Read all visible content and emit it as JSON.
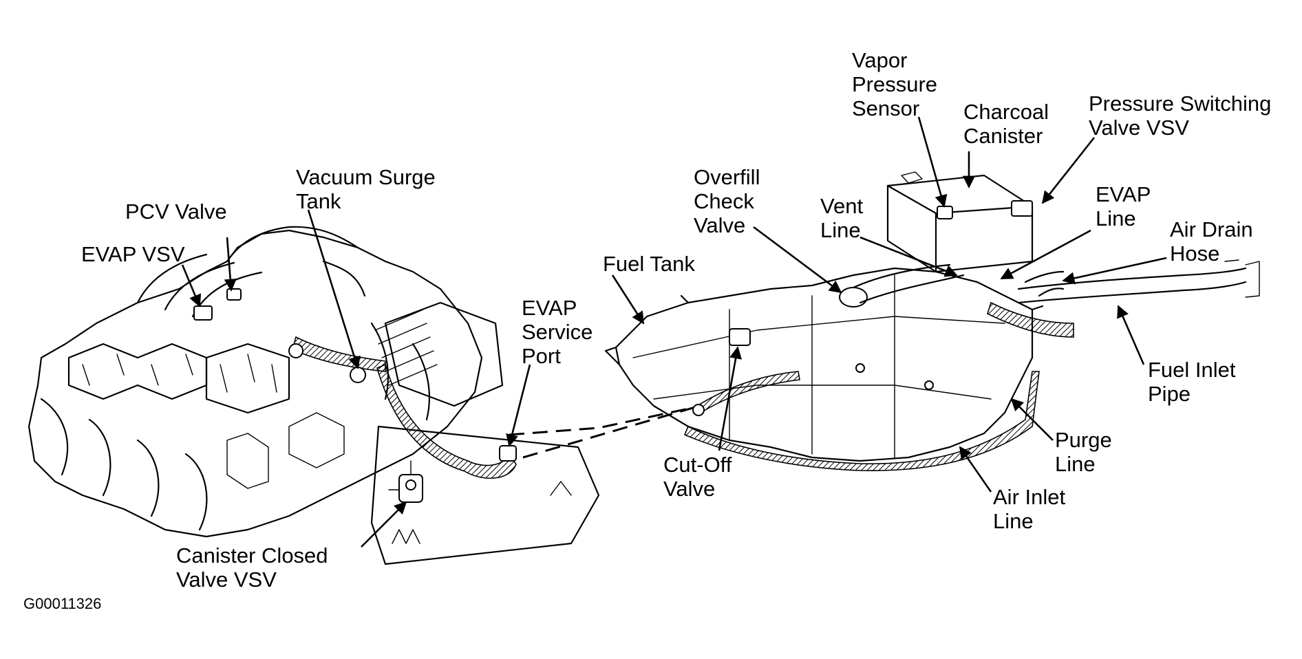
{
  "labels": {
    "pcv_valve": "PCV Valve",
    "evap_vsv": "EVAP VSV",
    "vacuum_surge_tank": [
      "Vacuum Surge",
      "Tank"
    ],
    "evap_service_port": [
      "EVAP",
      "Service",
      "Port"
    ],
    "fuel_tank": "Fuel Tank",
    "canister_closed_valve_vsv": [
      "Canister Closed",
      "Valve VSV"
    ],
    "overfill_check_valve": [
      "Overfill",
      "Check",
      "Valve"
    ],
    "vent_line": [
      "Vent",
      "Line"
    ],
    "vapor_pressure_sensor": [
      "Vapor",
      "Pressure",
      "Sensor"
    ],
    "charcoal_canister": [
      "Charcoal",
      "Canister"
    ],
    "pressure_switching_valve_vsv": [
      "Pressure Switching",
      "Valve VSV"
    ],
    "evap_line": [
      "EVAP",
      "Line"
    ],
    "air_drain_hose": [
      "Air Drain",
      "Hose"
    ],
    "fuel_inlet_pipe": [
      "Fuel Inlet",
      "Pipe"
    ],
    "purge_line": [
      "Purge",
      "Line"
    ],
    "air_inlet_line": [
      "Air Inlet",
      "Line"
    ],
    "cut_off_valve": [
      "Cut-Off",
      "Valve"
    ]
  },
  "figure_id": "G00011326"
}
